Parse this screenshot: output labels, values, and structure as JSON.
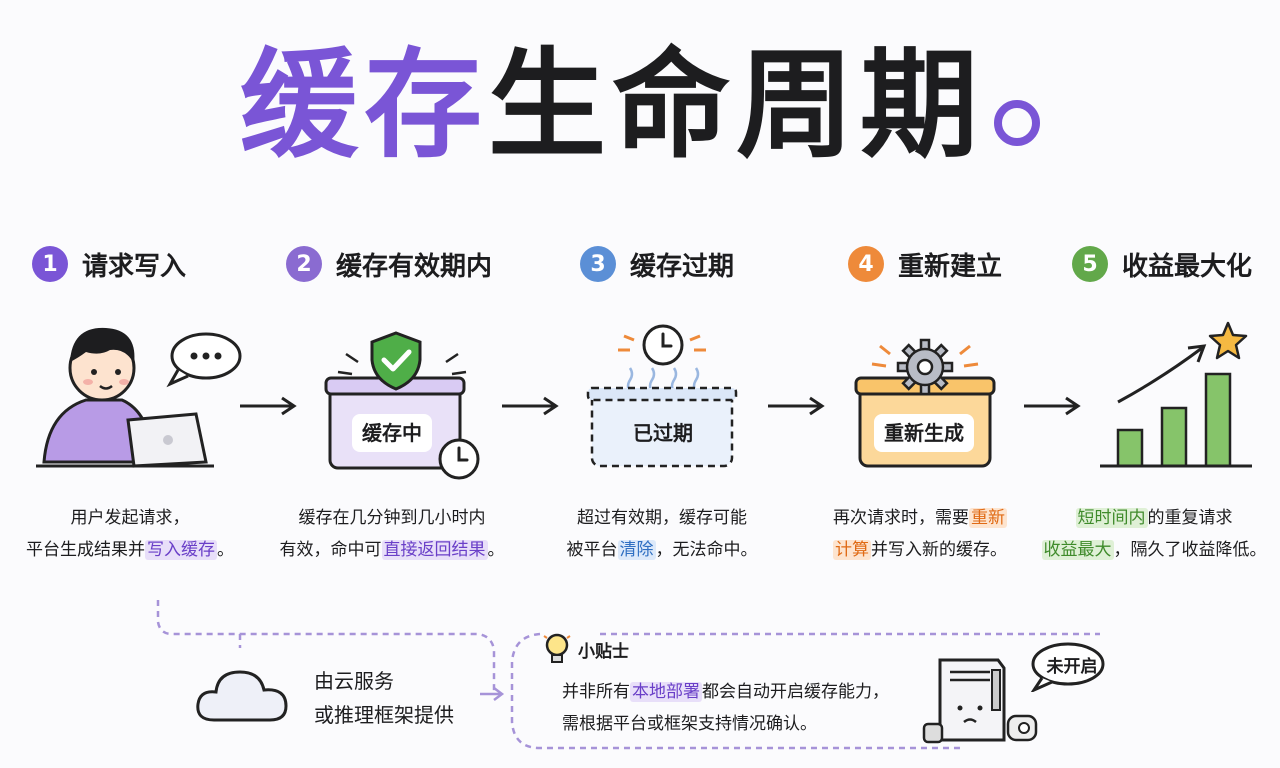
{
  "title": {
    "accent": "缓存",
    "main": "生命周期"
  },
  "colors": {
    "purple": "#7a55d6",
    "purple_step2": "#8a6bd1",
    "blue": "#5b8fd6",
    "orange": "#ee8a3a",
    "green": "#62a84a"
  },
  "steps": [
    {
      "num": "1",
      "label": "请求写入",
      "desc": {
        "l1": "用户发起请求，",
        "l2_pre": "平台生成结果并",
        "l2_hl": "写入缓存",
        "l2_post": "。"
      }
    },
    {
      "num": "2",
      "label": "缓存有效期内",
      "box": "缓存中",
      "desc": {
        "l1": "缓存在几分钟到几小时内",
        "l2_pre": "有效，命中可",
        "l2_hl": "直接返回结果",
        "l2_post": "。"
      }
    },
    {
      "num": "3",
      "label": "缓存过期",
      "box": "已过期",
      "desc": {
        "l1": "超过有效期，缓存可能",
        "l2_pre": "被平台",
        "l2_hl": "清除",
        "l2_post": "，无法命中。"
      }
    },
    {
      "num": "4",
      "label": "重新建立",
      "box": "重新生成",
      "desc": {
        "l1_pre": "再次请求时，需要",
        "l1_hl": "重新",
        "l2_hl": "计算",
        "l2_post": "并写入新的缓存。"
      }
    },
    {
      "num": "5",
      "label": "收益最大化",
      "desc": {
        "l1_hl": "短时间内",
        "l1_post": "的重复请求",
        "l2_hl": "收益最大",
        "l2_post": "，隔久了收益降低。"
      }
    }
  ],
  "provider": {
    "l1": "由云服务",
    "l2": "或推理框架提供"
  },
  "tip": {
    "title": "小贴士",
    "l1_pre": "并非所有",
    "l1_hl": "本地部署",
    "l1_post": "都会自动开启缓存能力，",
    "l2": "需根据平台或框架支持情况确认。",
    "bubble": "未开启"
  },
  "icons": [
    "person-laptop-icon",
    "speech-bubble-icon",
    "shield-check-icon",
    "clock-icon",
    "gear-icon",
    "star-icon",
    "bar-chart-icon",
    "cloud-icon",
    "lightbulb-icon",
    "server-icon",
    "arrow-right-icon"
  ]
}
